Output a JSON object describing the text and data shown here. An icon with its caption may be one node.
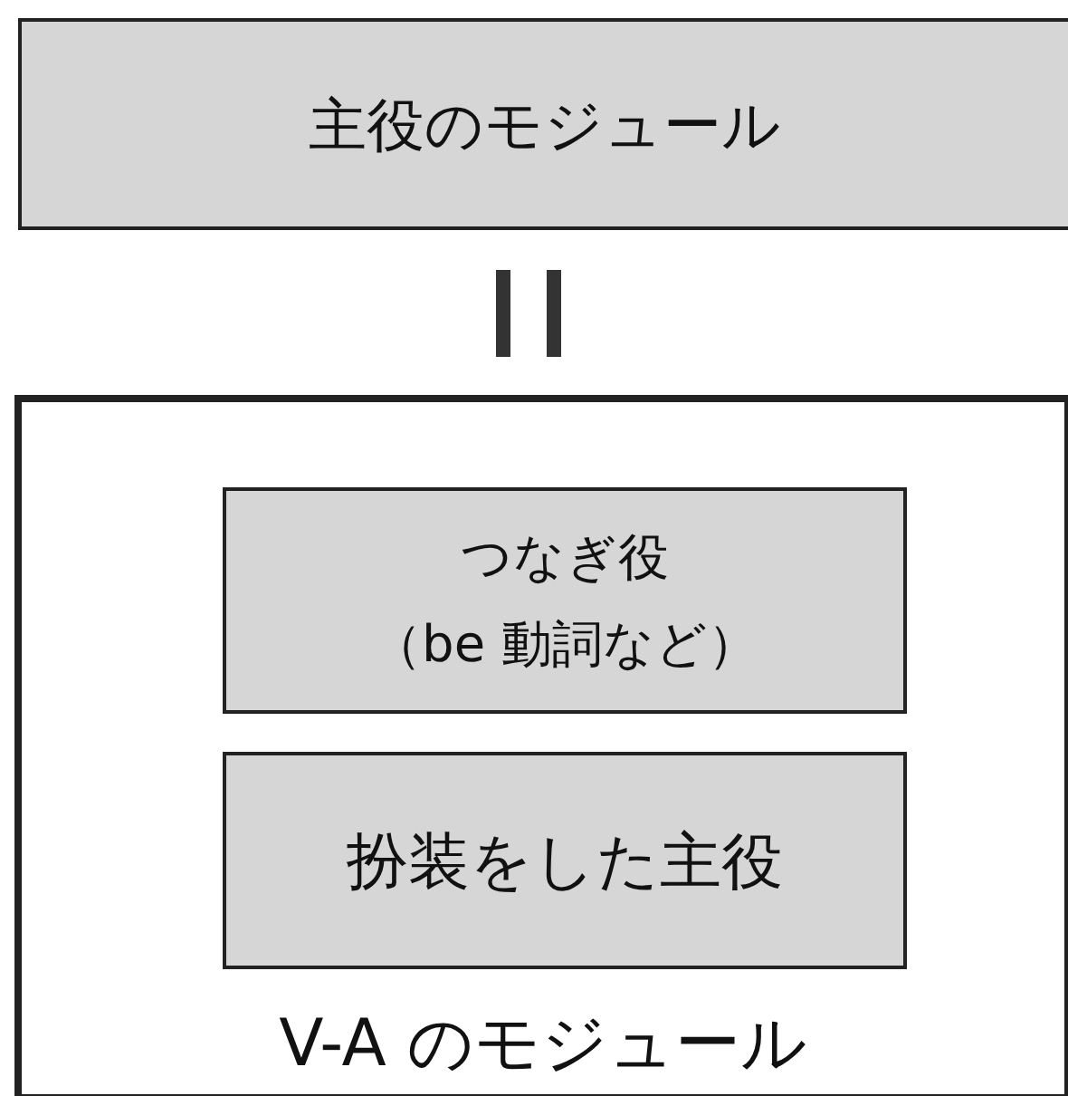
{
  "diagram": {
    "nodes": [
      {
        "text": [
          "主役のモジュール"
        ]
      },
      {
        "text": [
          "V-A のモジュール"
        ]
      },
      {
        "text": [
          "つなぎ役",
          "（be 動詞など）"
        ],
        "in": 1
      },
      {
        "text": [
          "扮装をした主役"
        ],
        "in": 1
      }
    ]
  }
}
